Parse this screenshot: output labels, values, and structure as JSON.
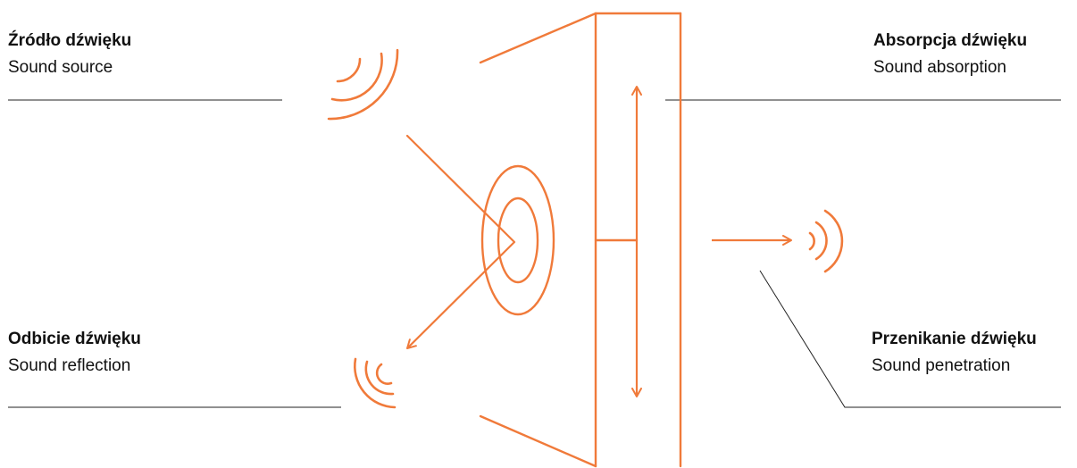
{
  "labels": {
    "source": {
      "title": "Źródło dźwięku",
      "subtitle": "Sound source"
    },
    "absorption": {
      "title": "Absorpcja dźwięku",
      "subtitle": "Sound absorption"
    },
    "reflection": {
      "title": "Odbicie dźwięku",
      "subtitle": "Sound reflection"
    },
    "penetration": {
      "title": "Przenikanie dźwięku",
      "subtitle": "Sound penetration"
    }
  },
  "colors": {
    "accent": "#f07a3a",
    "line": "#222222",
    "text": "#111111"
  },
  "icons": {
    "source": "sound-waves-icon",
    "reflection": "sound-waves-icon",
    "penetration": "sound-waves-icon"
  }
}
